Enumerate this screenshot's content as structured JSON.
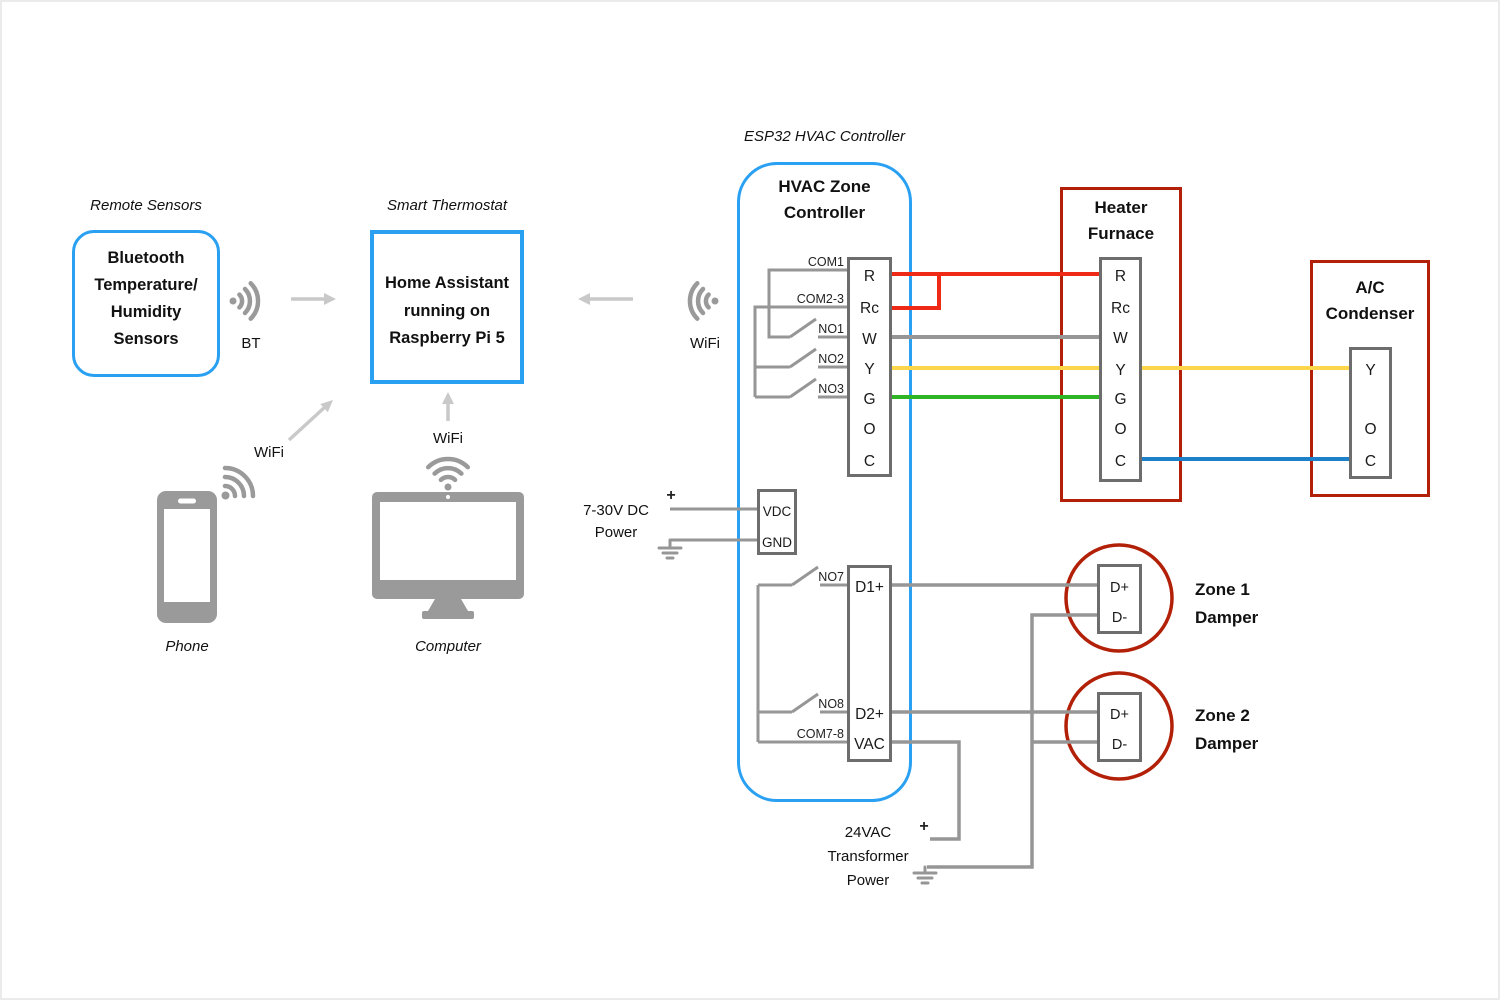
{
  "colors": {
    "accent_blue": "#29a0f2",
    "box_red": "#b22008",
    "wire_red": "#ee2a16",
    "wire_yellow": "#ffd54a",
    "wire_green": "#2fb426",
    "wire_blue": "#1d80c9",
    "wire_gray": "#969696",
    "icon_gray": "#9a9a9a",
    "arrow_gray": "#c9c9c9",
    "terminal_border": "#6d6d6d"
  },
  "sections": {
    "remote_sensors_label": "Remote Sensors",
    "smart_thermostat_label": "Smart Thermostat",
    "esp32_label": "ESP32 HVAC Controller"
  },
  "boxes": {
    "bluetooth": {
      "lines": [
        "Bluetooth",
        "Temperature/",
        "Humidity",
        "Sensors"
      ]
    },
    "home_assistant": {
      "lines": [
        "Home Assistant",
        "running on",
        "Raspberry Pi 5"
      ]
    },
    "controller": {
      "lines": [
        "HVAC Zone",
        "Controller"
      ]
    },
    "furnace": {
      "lines": [
        "Heater",
        "Furnace"
      ]
    },
    "ac": {
      "lines": [
        "A/C",
        "Condenser"
      ]
    },
    "zone1": {
      "lines": [
        "Zone 1",
        "Damper"
      ]
    },
    "zone2": {
      "lines": [
        "Zone 2",
        "Damper"
      ]
    }
  },
  "terminals": {
    "controller_main": [
      "R",
      "Rc",
      "W",
      "Y",
      "G",
      "O",
      "C"
    ],
    "furnace": [
      "R",
      "Rc",
      "W",
      "Y",
      "G",
      "O",
      "C"
    ],
    "ac": [
      "Y",
      "O",
      "C"
    ],
    "controller_damper": [
      "D1+",
      "D2+",
      "VAC"
    ],
    "power_block": [
      "VDC",
      "GND"
    ],
    "zone1": [
      "D+",
      "D-"
    ],
    "zone2": [
      "D+",
      "D-"
    ]
  },
  "relays": {
    "com1": "COM1",
    "com2_3": "COM2-3",
    "no1": "NO1",
    "no2": "NO2",
    "no3": "NO3",
    "no7": "NO7",
    "no8": "NO8",
    "com7_8": "COM7-8"
  },
  "power": {
    "dc_lines": [
      "7-30V DC",
      "Power"
    ],
    "dc_plus": "+",
    "ac_lines": [
      "24VAC",
      "Transformer",
      "Power"
    ],
    "ac_plus": "+"
  },
  "wireless": {
    "bt": "BT",
    "wifi": "WiFi"
  },
  "devices": {
    "phone": "Phone",
    "computer": "Computer"
  }
}
